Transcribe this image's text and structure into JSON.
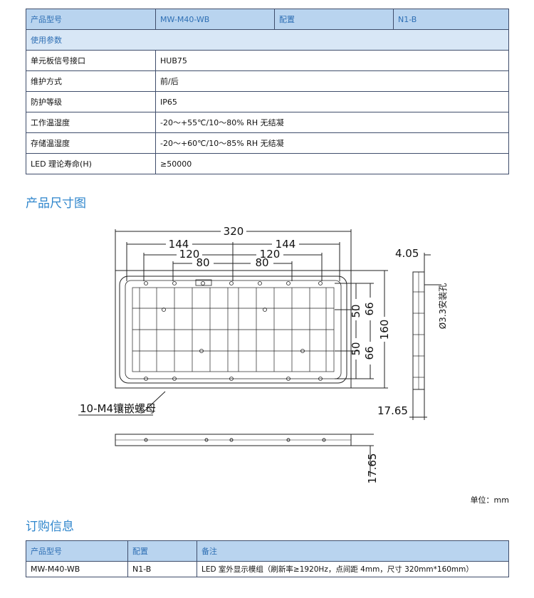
{
  "spec_table": {
    "header": {
      "model_label": "产品型号",
      "model_value": "MW-M40-WB",
      "config_label": "配置",
      "config_value": "N1-B"
    },
    "section_label": "使用参数",
    "rows": [
      {
        "label": "单元板信号接口",
        "value": "HUB75"
      },
      {
        "label": "维护方式",
        "value": "前/后"
      },
      {
        "label": "防护等级",
        "value": "IP65"
      },
      {
        "label": "工作温湿度",
        "value": "-20～+55℃/10～80% RH 无结凝"
      },
      {
        "label": "存储温湿度",
        "value": "-20～+60℃/10～85% RH 无结凝"
      },
      {
        "label": "LED 理论寿命(H)",
        "value": "≥50000"
      }
    ]
  },
  "dimension_title": "产品尺寸图",
  "drawing": {
    "width_total": "320",
    "width_144_left": "144",
    "width_144_right": "144",
    "width_120_left": "120",
    "width_120_right": "120",
    "width_80_left": "80",
    "width_80_right": "80",
    "height_66_top": "66",
    "height_50_top": "50",
    "height_50_bottom": "50",
    "height_66_bottom": "66",
    "height_total": "160",
    "side_top_depth": "4.05",
    "side_hole": "Ø3.3安装孔",
    "side_bottom_depth": "17.65",
    "bottom_depth": "17.65",
    "nut_label": "10-M4镶嵌螺母"
  },
  "unit_note": "单位：mm",
  "order_title": "订购信息",
  "order_table": {
    "header": {
      "model": "产品型号",
      "config": "配置",
      "remark": "备注"
    },
    "row": {
      "model": "MW-M40-WB",
      "config": "N1-B",
      "remark": "LED 室外显示模组（刷新率≥1920Hz，点间距 4mm，尺寸 320mm*160mm）"
    }
  }
}
